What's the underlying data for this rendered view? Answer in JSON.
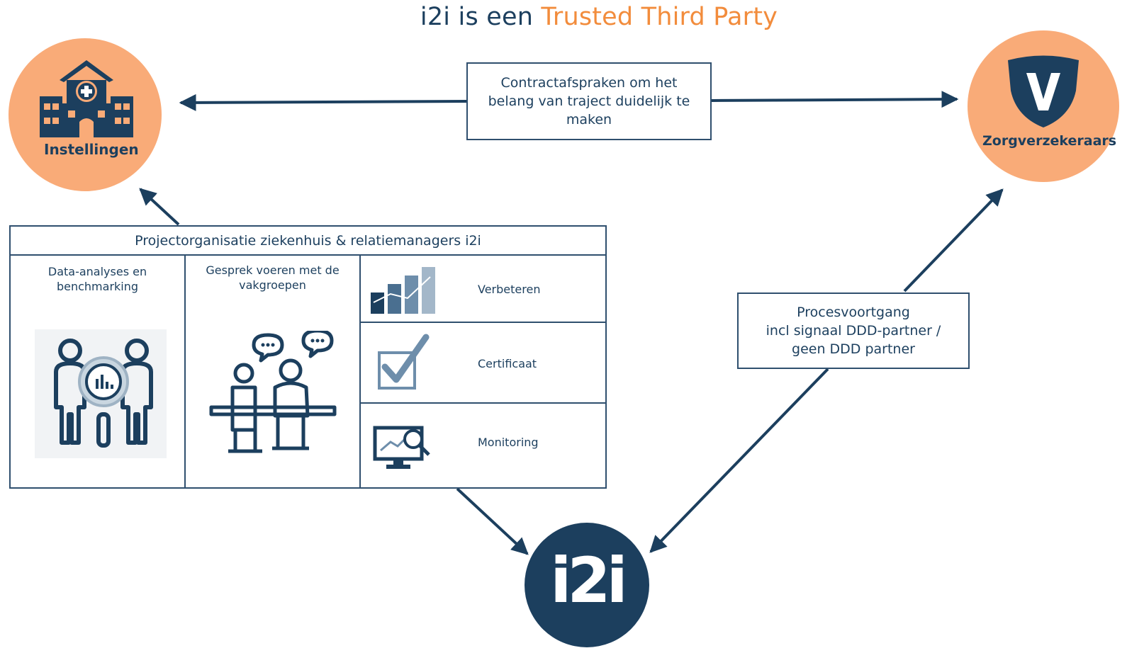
{
  "title": {
    "part1": "i2i is een ",
    "part2": "Trusted Third Party"
  },
  "colors": {
    "navy": "#1c3f5e",
    "orange": "#f28c3c",
    "peach": "#f9ab78",
    "box_border": "#2f4f6e"
  },
  "nodes": {
    "instellingen": {
      "label": "Instellingen",
      "icon": "hospital-icon"
    },
    "zorgverzekeraars": {
      "label": "Zorgverzekeraars",
      "icon": "shield-v-icon"
    },
    "i2i": {
      "label": "i2i",
      "icon": "i2i-logo"
    }
  },
  "contract_box": {
    "text": "Contractafspraken om het belang van traject duidelijk te maken"
  },
  "process_box": {
    "line1": "Procesvoortgang",
    "line2": "incl signaal DDD-partner /",
    "line3": "geen DDD partner"
  },
  "project": {
    "title": "Projectorganisatie ziekenhuis & relatiemanagers i2i",
    "col1": {
      "label": "Data-analyses en benchmarking",
      "icon": "data-analysis-icon"
    },
    "col2": {
      "label": "Gesprek voeren met de vakgroepen",
      "icon": "meeting-icon"
    },
    "rows": [
      {
        "label": "Verbeteren",
        "icon": "bar-chart-icon"
      },
      {
        "label": "Certificaat",
        "icon": "checkbox-icon"
      },
      {
        "label": "Monitoring",
        "icon": "monitor-icon"
      }
    ]
  }
}
